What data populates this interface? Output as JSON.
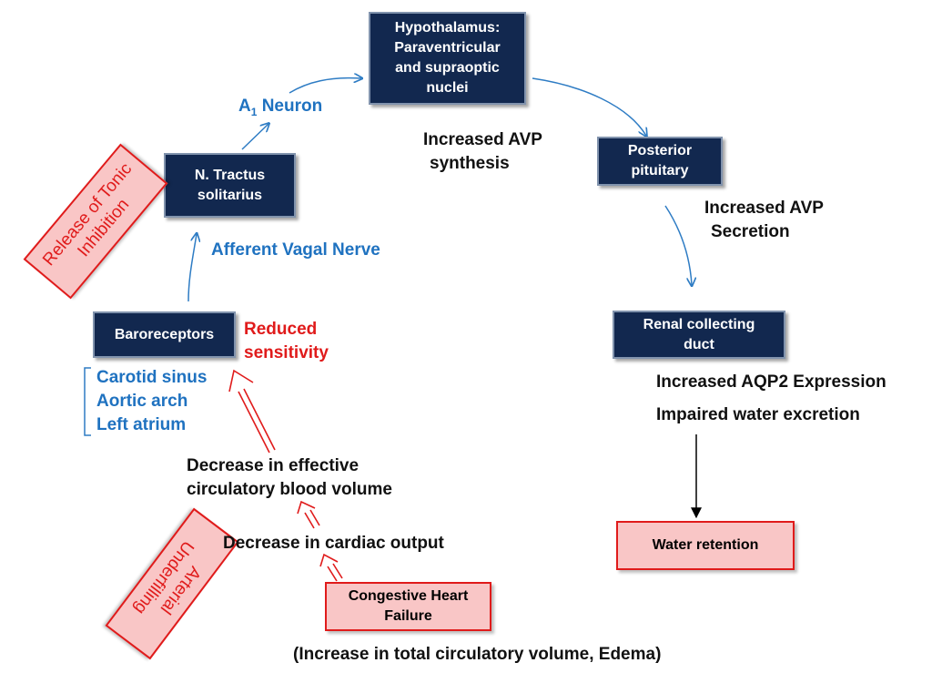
{
  "nodes": {
    "hypothalamus": [
      "Hypothalamus:",
      "Paraventricular",
      "and supraoptic",
      "nuclei"
    ],
    "posterior_pituitary": [
      "Posterior",
      "pituitary"
    ],
    "n_tractus": [
      "N. Tractus",
      "solitarius"
    ],
    "baroreceptors": "Baroreceptors",
    "renal_duct": [
      "Renal collecting",
      "duct"
    ],
    "water_retention": "Water retention",
    "chf": [
      "Congestive Heart",
      "Failure"
    ]
  },
  "side_labels": {
    "tonic": [
      "Release of Tonic",
      "Inhibition"
    ],
    "underfilling": [
      "Arterial",
      "Underfilling"
    ]
  },
  "labels": {
    "a1_prefix": "A",
    "a1_sub": "1",
    "a1_suffix": " Neuron",
    "afferent_vagal": "Afferent Vagal Nerve",
    "avp_synthesis": [
      "Increased AVP",
      "synthesis"
    ],
    "avp_secretion": [
      "Increased AVP",
      "Secretion"
    ],
    "reduced_sensitivity": [
      "Reduced",
      "sensitivity"
    ],
    "baro_sites": [
      "Carotid sinus",
      "Aortic arch",
      "Left atrium"
    ],
    "aqp2": "Increased AQP2 Expression",
    "impaired": "Impaired water excretion",
    "decrease_ecbv": [
      "Decrease in effective",
      "circulatory blood volume"
    ],
    "decrease_co": "Decrease in cardiac output",
    "footer": "(Increase in total circulatory volume, Edema)"
  },
  "colors": {
    "node_fill": "#12284f",
    "blue_text": "#1f72c0",
    "red": "#e01b1b",
    "pink_fill": "#f9c6c6"
  }
}
